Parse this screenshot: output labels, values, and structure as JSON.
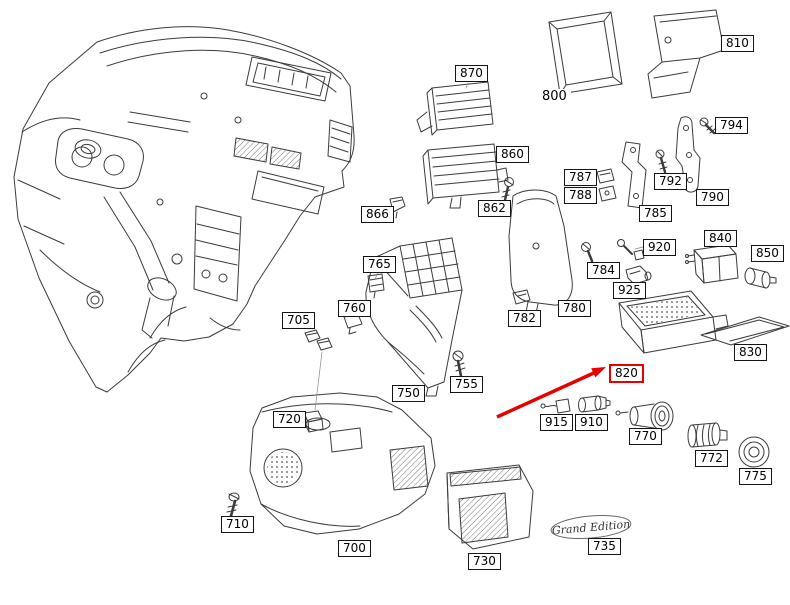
{
  "diagram": {
    "type": "exploded-parts-diagram",
    "subject": "vehicle dashboard and center console parts",
    "background_color": "#ffffff",
    "line_color": "#3b3b3b",
    "highlight_color": "#e60000",
    "highlighted_part": "820",
    "badge_text": "Grand Edition",
    "labels": {
      "p700": "700",
      "p705": "705",
      "p710": "710",
      "p720": "720",
      "p730": "730",
      "p735": "735",
      "p750": "750",
      "p755": "755",
      "p760": "760",
      "p765": "765",
      "p770": "770",
      "p772": "772",
      "p775": "775",
      "p780": "780",
      "p782": "782",
      "p784": "784",
      "p785": "785",
      "p787": "787",
      "p788": "788",
      "p790": "790",
      "p792": "792",
      "p794": "794",
      "p800": "800",
      "p810": "810",
      "p820": "820",
      "p830": "830",
      "p840": "840",
      "p850": "850",
      "p860": "860",
      "p862": "862",
      "p866": "866",
      "p870": "870",
      "p910": "910",
      "p915": "915",
      "p920": "920",
      "p925": "925"
    }
  }
}
